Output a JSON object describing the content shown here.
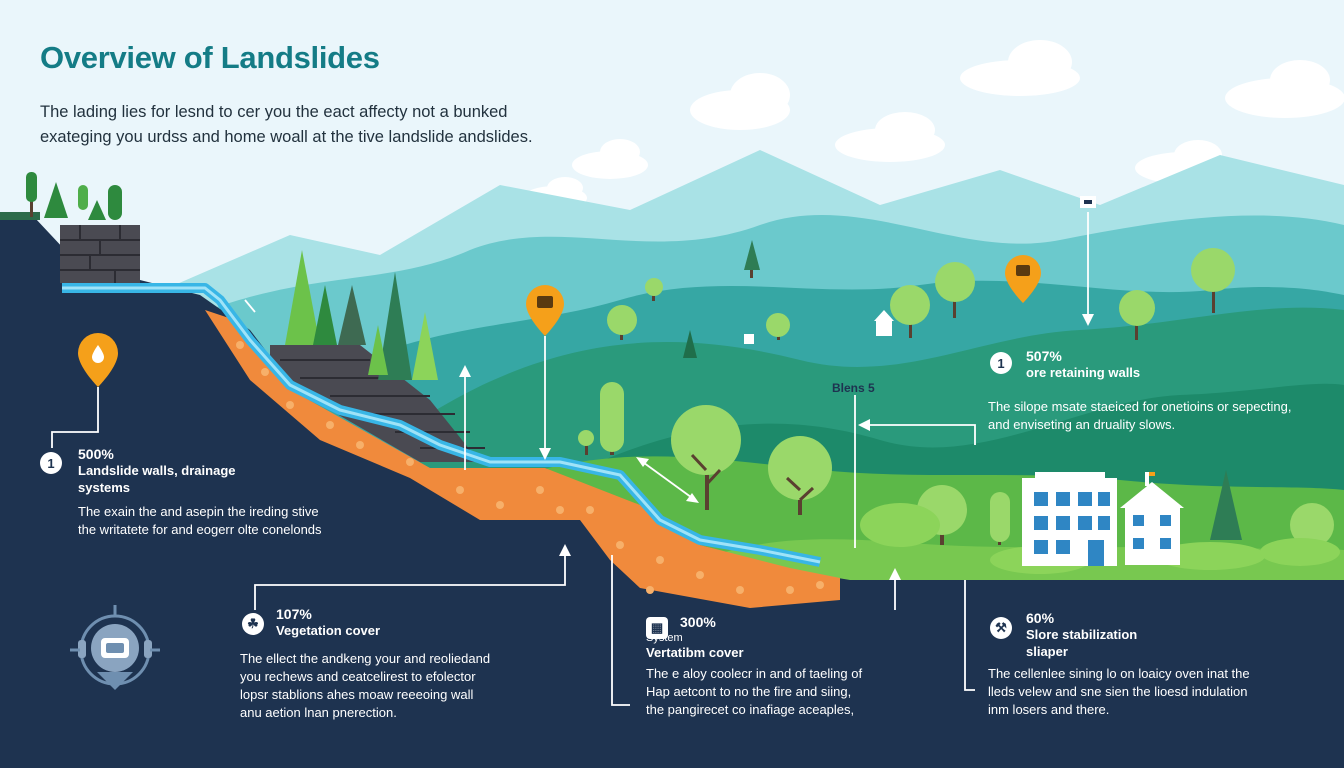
{
  "header": {
    "title": "Overview of Landslides",
    "intro_line1": "The lading lies for lesnd to cer you the eact affecty not a bunked",
    "intro_line2": "exateging you urdss and home woall at the tive landslide andslides."
  },
  "callouts": {
    "c1": {
      "icon_text": "1",
      "number": "500%",
      "title_line1": "Landslide walls, drainage",
      "title_line2": "systems",
      "body_line1": "The exain the and asepin the ireding stive",
      "body_line2": "the writatete for and eogerr olte conelonds"
    },
    "c2": {
      "number": "107%",
      "title": "Vegetation cover",
      "body_line1": "The ellect the andkeng your and reoliedand",
      "body_line2": "you rechews and ceatcelirest to efolector",
      "body_line3": "lopsr stablions ahes moaw reeeoing wall",
      "body_line4": "anu aetion lnan pnerection."
    },
    "c3": {
      "number": "300%",
      "subtitle": "System",
      "title": "Vertatibm cover",
      "body_line1": "The e aloy coolecr in and of taeling of",
      "body_line2": "Hap aetcont to no the fire and siing,",
      "body_line3": "the pangirecet co inafiage aceaples,"
    },
    "c4": {
      "number": "60%",
      "title_line1": "Slore stabilization",
      "title_line2": "sliaper",
      "body_line1": "The cellenlee sining lo on loaicy oven inat the",
      "body_line2": "lleds velew and sne sien the lioesd indulation",
      "body_line3": "inm losers and there."
    },
    "c5": {
      "icon_text": "1",
      "number": "507%",
      "title": "ore retaining walls",
      "body_line1": "The silope msate staeiced for onetioins or sepecting,",
      "body_line2": "and enviseting an druality slows."
    }
  },
  "labels": {
    "blens": "Blens 5"
  },
  "colors": {
    "title": "#147c86",
    "navy": "#1e3350",
    "soil": "#f08a3c",
    "water": "#38b6e6",
    "grass": "#78c850",
    "pin": "#f5a01a"
  },
  "icons": [
    "drop-icon",
    "pin-icon",
    "house-icon",
    "tree-icon",
    "building-icon",
    "cloud-icon",
    "sensor-icon",
    "tool-icon",
    "leaf-icon"
  ]
}
